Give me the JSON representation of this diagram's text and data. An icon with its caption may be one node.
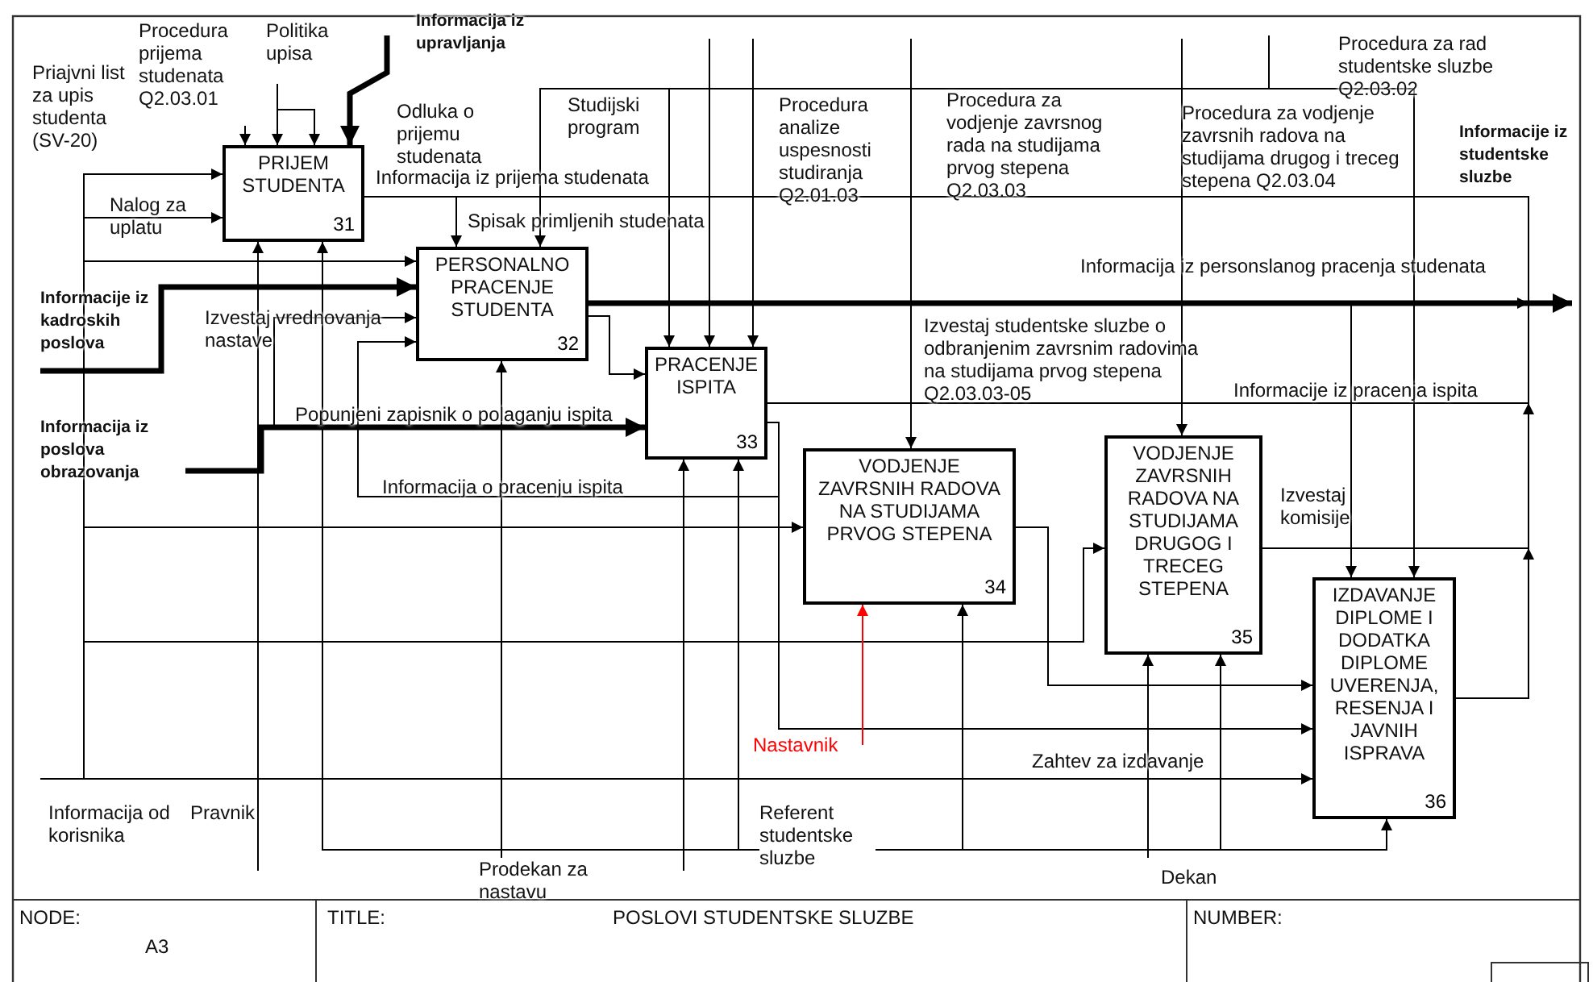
{
  "diagram": {
    "nodes": [
      {
        "text": [
          "PRIJEM STUDENTA",
          "31"
        ]
      },
      {
        "text": [
          "PERSONALNO PRACENJE STUDENTA",
          "32"
        ]
      },
      {
        "text": [
          "PRACENJE ISPITA",
          "33"
        ]
      },
      {
        "text": [
          "VODJENJE ZAVRSNIH RADOVA NA STUDIJAMA PRVOG STEPENA",
          "34"
        ]
      },
      {
        "text": [
          "VODJENJE ZAVRSNIH RADOVA NA STUDIJAMA DRUGOG I TRECEG STEPENA",
          "35"
        ]
      },
      {
        "text": [
          "IZDAVANJE DIPLOME I DODATKA DIPLOME UVERENJA, RESENJA I JAVNIH ISPRAVA",
          "36"
        ]
      },
      {
        "text": [
          "Informacija iz poslova obrazovanja"
        ]
      },
      {
        "text": [
          "Nastavnik"
        ]
      },
      {
        "text": [
          "Referent studentske sluzbe"
        ]
      },
      {
        "text": [
          "Prodekan za nastavu"
        ]
      }
    ],
    "edges": [
      {
        "from": null,
        "to": 0,
        "arrow": "to"
      },
      {
        "from": null,
        "to": 0,
        "arrow": "to"
      },
      {
        "from": null,
        "to": 1,
        "arrow": "to"
      },
      {
        "from": null,
        "to": 1,
        "arrow": "to",
        "style": "thick"
      },
      {
        "from": null,
        "to": 1,
        "arrow": "to"
      },
      {
        "from": 6,
        "to": 2,
        "arrow": "to",
        "style": "thick"
      },
      {
        "from": null,
        "to": 0,
        "arrow": "to"
      },
      {
        "from": null,
        "to": 0,
        "arrow": "to"
      },
      {
        "from": null,
        "to": 0,
        "arrow": "to"
      },
      {
        "from": null,
        "to": 0,
        "arrow": "to",
        "style": "thick"
      },
      {
        "from": 0,
        "to": 1,
        "arrow": "to"
      },
      {
        "from": 0,
        "to": null,
        "arrow": "to"
      },
      {
        "from": null,
        "to": 1,
        "arrow": "to"
      },
      {
        "from": null,
        "to": 2,
        "arrow": "to"
      },
      {
        "from": null,
        "to": 5,
        "arrow": "to"
      },
      {
        "from": null,
        "to": 2,
        "arrow": "to"
      },
      {
        "from": null,
        "to": 2,
        "arrow": "to"
      },
      {
        "from": null,
        "to": 3,
        "arrow": "to"
      },
      {
        "from": null,
        "to": 4,
        "arrow": "to"
      },
      {
        "from": 1,
        "to": null,
        "arrow": "to",
        "style": "thick"
      },
      {
        "from": 1,
        "to": 5,
        "arrow": "to"
      },
      {
        "from": 1,
        "to": 2,
        "arrow": "to"
      },
      {
        "from": 2,
        "to": null,
        "arrow": "to"
      },
      {
        "from": 2,
        "to": 1,
        "arrow": "to"
      },
      {
        "from": 2,
        "to": 5,
        "arrow": "to"
      },
      {
        "from": null,
        "to": 3,
        "arrow": "to"
      },
      {
        "from": 3,
        "to": 5,
        "arrow": "to"
      },
      {
        "from": null,
        "to": 4,
        "arrow": "to"
      },
      {
        "from": 4,
        "to": null,
        "arrow": "to"
      },
      {
        "from": 5,
        "to": null,
        "arrow": "to"
      },
      {
        "from": null,
        "to": 5,
        "arrow": "to"
      },
      {
        "from": null,
        "to": 0,
        "arrow": "to"
      },
      {
        "from": 8,
        "to": 0,
        "arrow": "to"
      },
      {
        "from": 8,
        "to": 3,
        "arrow": "to"
      },
      {
        "from": 8,
        "to": 4,
        "arrow": "to"
      },
      {
        "from": 8,
        "to": 5,
        "arrow": "to"
      },
      {
        "from": 9,
        "to": 1,
        "arrow": "to"
      },
      {
        "from": null,
        "to": 2,
        "arrow": "to"
      },
      {
        "from": 8,
        "to": 2,
        "arrow": "to"
      },
      {
        "from": 7,
        "to": 3,
        "arrow": "to",
        "color": "#ff0000"
      },
      {
        "from": null,
        "to": 4,
        "arrow": "to"
      }
    ],
    "labels": [
      "Procedura prijema studenata Q2.03.01",
      "Politika upisa",
      "Informacija iz upravljanja",
      "Priajvni list za upis studenta (SV-20)",
      "Odluka o prijemu studenata",
      "Procedura za rad studentske sluzbe Q2.03.02",
      "Studijski program",
      "Procedura analize uspesnosti studiranja Q2.01.03",
      "Procedura za vodjenje zavrsnog rada na studijama prvog stepena Q2.03.03",
      "Procedura za vodjenje zavrsnih radova na studijama drugog i treceg stepena Q2.03.04",
      "Informacije iz studentske sluzbe",
      "Nalog za uplatu",
      "Informacija iz prijema studenata",
      "Spisak primljenih studenata",
      "Informacije iz kadroskih poslova",
      "Izvestaj vrednovanja nastave",
      "Informacija iz personslanog pracenja studenata",
      "Izvestaj studentske sluzbe o odbranjenim zavrsnim radovima na studijama prvog stepena Q2.03.03-05",
      "Informacije iz pracenja ispita",
      "Popunjeni zapisnik o polaganju ispita",
      "Informacija o pracenju ispita",
      "Izvestaj komisije",
      "Zahtev za izdavanje",
      "Informacija od korisnika",
      "Pravnik",
      "Dekan",
      "NODE:",
      "A3",
      "TITLE:",
      "POSLOVI STUDENTSKE SLUZBE",
      "NUMBER:"
    ]
  }
}
